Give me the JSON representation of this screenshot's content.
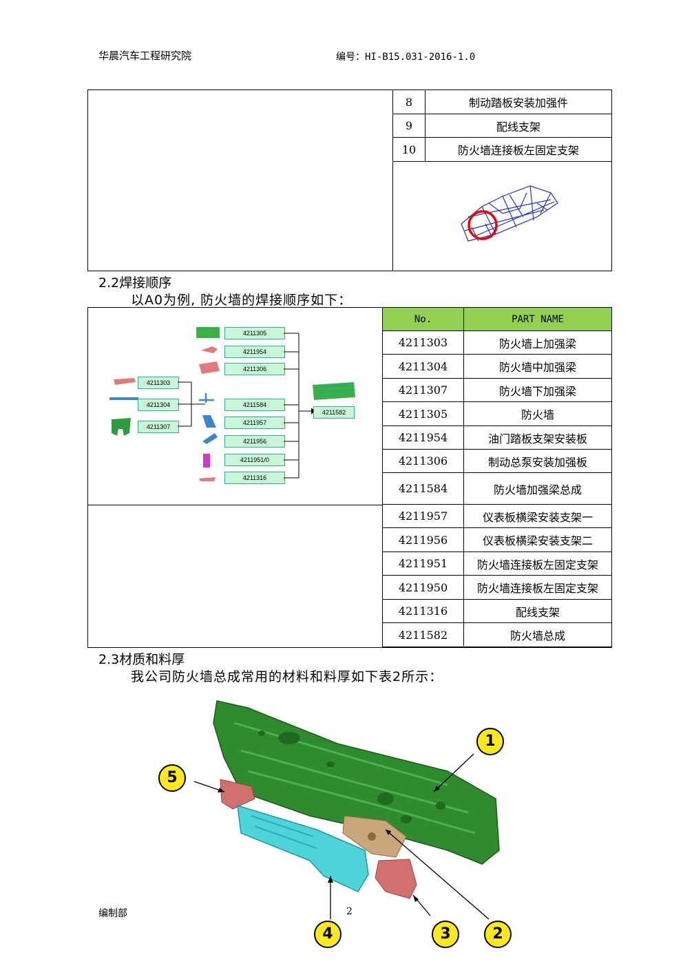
{
  "header": {
    "org": "华晨汽车工程研究院",
    "doc_no": "编号：HI-B15.031-2016-1.0"
  },
  "top_table": {
    "rows": [
      {
        "no": "8",
        "name": "制动踏板安装加强件"
      },
      {
        "no": "9",
        "name": "配线支架"
      },
      {
        "no": "10",
        "name": "防火墙连接板左固定支架"
      }
    ]
  },
  "section_22": {
    "title": "2.2焊接顺序",
    "intro": "以A0为例, 防火墙的焊接顺序如下："
  },
  "diagram": {
    "left_tags": [
      "4211303",
      "4211304",
      "4211307"
    ],
    "mid_tags": [
      "4211305",
      "4211954",
      "4211306",
      "4211584",
      "4211957",
      "4211956",
      "4211951/0",
      "4211316"
    ],
    "result_tag": "4211582"
  },
  "parts_table": {
    "header": {
      "no": "No.",
      "name": "PART NAME"
    },
    "rows": [
      {
        "no": "4211303",
        "name": "防火墙上加强梁"
      },
      {
        "no": "4211304",
        "name": "防火墙中加强梁"
      },
      {
        "no": "4211307",
        "name": "防火墙下加强梁"
      },
      {
        "no": "4211305",
        "name": "防火墙"
      },
      {
        "no": "4211954",
        "name": "油门踏板支架安装板"
      },
      {
        "no": "4211306",
        "name": "制动总泵安装加强板"
      },
      {
        "no": "4211584",
        "name": "防火墙加强梁总成"
      },
      {
        "no": "4211957",
        "name": "仪表板横梁安装支架一"
      },
      {
        "no": "4211956",
        "name": "仪表板横梁安装支架二"
      },
      {
        "no": "4211951",
        "name": "防火墙连接板左固定支架"
      },
      {
        "no": "4211950",
        "name": "防火墙连接板左固定支架"
      },
      {
        "no": "4211316",
        "name": "配线支架"
      },
      {
        "no": "4211582",
        "name": "防火墙总成"
      }
    ]
  },
  "section_23": {
    "title": "2.3材质和料厚",
    "intro": "我公司防火墙总成常用的材料和料厚如下表2所示："
  },
  "callouts": [
    "1",
    "2",
    "3",
    "4",
    "5"
  ],
  "footer": {
    "dept": "编制部",
    "page": "2"
  },
  "colors": {
    "header_green": "#92d050",
    "part_green": "#2e8b2e",
    "callout_yellow": "#ffe91c"
  }
}
